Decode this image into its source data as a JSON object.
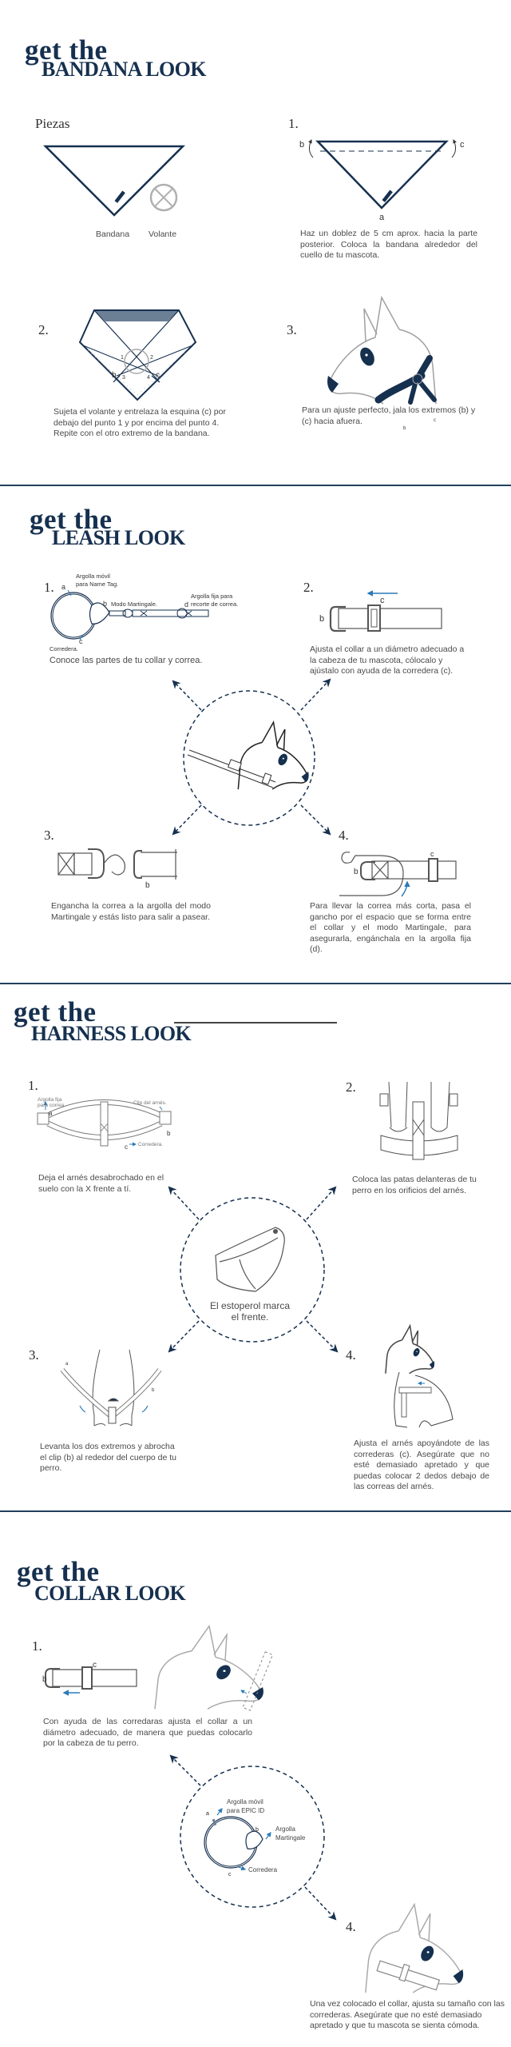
{
  "colors": {
    "navy": "#16304f",
    "accent_blue": "#2a7ab8",
    "gray": "#999999"
  },
  "bandana": {
    "title_top": "get the",
    "title_main": "BANDANA LOOK",
    "pieces_heading": "Piezas",
    "pieces": [
      "Bandana",
      "Volante"
    ],
    "steps": [
      {
        "num": "1.",
        "text": "Haz un doblez de 5 cm aprox. hacia la parte posterior. Coloca la bandana alrededor del cuello de tu mascota.",
        "labels": [
          "b",
          "c",
          "a"
        ]
      },
      {
        "num": "2.",
        "text": "Sujeta el volante y entrelaza la esquina (c) por debajo del punto 1 y por encima del punto 4. Repite con el otro extremo de la bandana.",
        "labels": [
          "1",
          "2",
          "3",
          "4",
          "b",
          "c"
        ]
      },
      {
        "num": "3.",
        "text": "Para un ajuste perfecto, jala los extremos (b) y (c) hacia afuera.",
        "labels": [
          "b",
          "c"
        ]
      }
    ]
  },
  "leash": {
    "title_top": "get the",
    "title_main": "LEASH LOOK",
    "steps": [
      {
        "num": "1.",
        "text": "Conoce las partes de tu collar y correa.",
        "parts": [
          {
            "letter": "a",
            "lines": [
              "Argolla móvil",
              "para Name Tag."
            ]
          },
          {
            "letter": "b",
            "lines": [
              "Modo Martingale."
            ]
          },
          {
            "letter": "c",
            "lines": [
              "Corredera."
            ]
          },
          {
            "letter": "d",
            "lines": [
              "Argolla fija para",
              "recorte de correa."
            ]
          }
        ]
      },
      {
        "num": "2.",
        "text": "Ajusta el collar a un diámetro adecuado a la cabeza de tu mascota, cólocalo y ajústalo con ayuda de la corredera (c).",
        "labels": [
          "b",
          "c"
        ]
      },
      {
        "num": "3.",
        "text": "Engancha la correa a la argolla del modo Martingale y estás listo para salir a pasear.",
        "labels": [
          "b"
        ]
      },
      {
        "num": "4.",
        "text": "Para llevar la correa más corta, pasa el gancho por el espacio que se forma entre el collar y el modo Martingale, para asegurarla, engánchala en la argolla fija (d).",
        "labels": [
          "b",
          "c"
        ]
      }
    ]
  },
  "harness": {
    "title_top": "get the",
    "title_main": "HARNESS LOOK",
    "center_note": "El estoperol marca el frente.",
    "steps": [
      {
        "num": "1.",
        "text": "Deja el arnés desabrochado en el suelo con la X frente a tí.",
        "parts": [
          {
            "letter": "a",
            "lines": [
              "Argolla fija",
              "para correa."
            ]
          },
          {
            "letter": "b",
            "lines": [
              "Clip del arnés."
            ]
          },
          {
            "letter": "c",
            "lines": [
              "Corredera."
            ]
          }
        ]
      },
      {
        "num": "2.",
        "text": "Coloca las patas delanteras de tu perro en los orificios del arnés."
      },
      {
        "num": "3.",
        "text": "Levanta los dos extremos y abrocha el clip (b) al rededor del cuerpo de tu perro.",
        "labels": [
          "a",
          "b"
        ]
      },
      {
        "num": "4.",
        "text": "Ajusta el arnés apoyándote de las correderas (c). Asegúrate que no esté demasiado apretado y que puedas colocar 2 dedos debajo de las correas del arnés."
      }
    ]
  },
  "collar": {
    "title_top": "get the",
    "title_main": "COLLAR LOOK",
    "center_parts": [
      {
        "letter": "a",
        "lines": [
          "Argolla móvil",
          "para EPIC ID"
        ]
      },
      {
        "letter": "b",
        "lines": [
          "Argolla",
          "Martingale"
        ]
      },
      {
        "letter": "c",
        "lines": [
          "Corredera"
        ]
      }
    ],
    "steps": [
      {
        "num": "1.",
        "text": "Con ayuda de las corredaras ajusta el collar a un diámetro adecuado, de manera que puedas colocarlo por la cabeza de tu perro.",
        "labels": [
          "b",
          "c"
        ]
      },
      {
        "num": "4.",
        "text": "Una vez colocado el collar, ajusta su tamaño con las correderas. Asegúrate que no esté demasiado apretado y que tu mascota se sienta cómoda."
      }
    ]
  }
}
